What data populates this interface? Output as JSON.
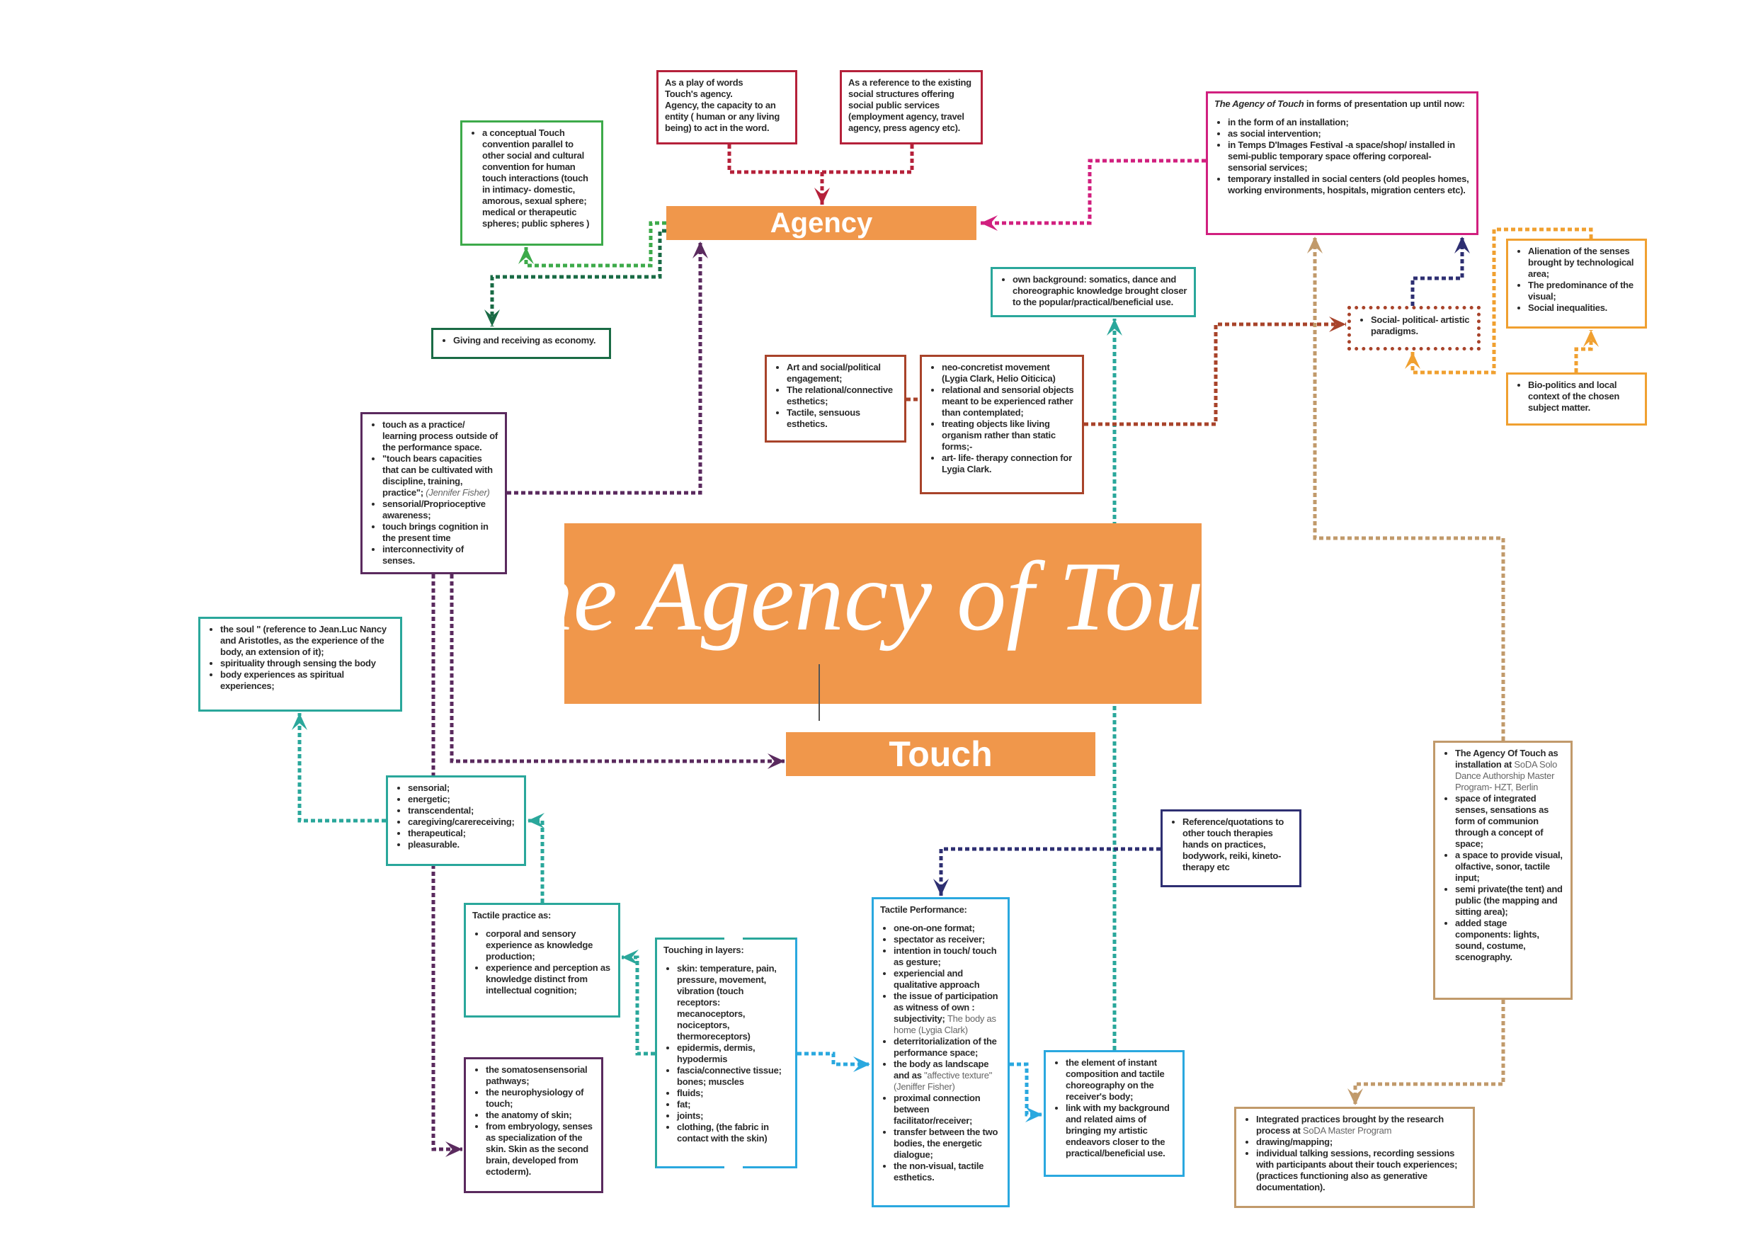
{
  "title": "The Agency of Touch",
  "nodes": {
    "agency": "Agency",
    "touch": "Touch"
  },
  "colors": {
    "orange": "#F0974B",
    "red": "#B5213A",
    "green": "#3DAA4A",
    "dark_green": "#1A6B45",
    "pink": "#D1207F",
    "amber": "#F0A030",
    "rust": "#A8432A",
    "teal": "#2AA79B",
    "purple": "#5A2A5E",
    "navy": "#2E2F72",
    "blue": "#2AA8DF",
    "tan": "#C19A6B"
  },
  "boxes": {
    "red1": {
      "lines": [
        "As a play of words",
        "Touch's agency.",
        "Agency, the capacity to an entity ( human or any living being) to act in the word."
      ]
    },
    "red2": {
      "lines": [
        "As a reference to the  existing social structures offering social public services (employment agency, travel agency, press agency etc)."
      ]
    },
    "green": {
      "items": [
        {
          "text": "a conceptual Touch convention parallel to other social and cultural convention for human touch interactions (touch in intimacy- domestic, amorous, sexual sphere; medical or therapeutic spheres;  public spheres )"
        }
      ]
    },
    "dgreen": {
      "items": [
        {
          "text": "Giving and receiving as economy."
        }
      ]
    },
    "pink": {
      "heading_italic": "The Agency of Touch",
      "heading": " in forms of presentation up until now:",
      "items": [
        {
          "text": "in the form of an installation;"
        },
        {
          "text": "as social intervention;"
        },
        {
          "text": "in Temps D'Images Festival -a space/shop/ installed in semi-public temporary space offering corporeal-sensorial services;"
        },
        {
          "text": "temporary installed in social centers (old peoples homes, working environments, hospitals, migration centers etc)."
        }
      ]
    },
    "alien": {
      "items": [
        {
          "text": "Alienation of the senses  brought by  technological area;"
        },
        {
          "text": "The predominance of the visual;"
        },
        {
          "text": "Social inequalities."
        }
      ]
    },
    "bio": {
      "items": [
        {
          "text": "Bio-politics and local context of the  chosen subject matter."
        }
      ]
    },
    "social": {
      "items": [
        {
          "text": "Social- political- artistic paradigms."
        }
      ]
    },
    "own": {
      "items": [
        {
          "text": "own background: somatics, dance and choreographic knowledge brought closer to the popular/practical/beneficial  use."
        }
      ]
    },
    "art": {
      "items": [
        {
          "text": "Art and social/political engagement;"
        },
        {
          "text": "The relational/connective esthetics;"
        },
        {
          "text": "Tactile, sensuous esthetics."
        }
      ]
    },
    "neo": {
      "items": [
        {
          "text": "neo-concretist movement  (Lygia Clark, Helio Oiticica)"
        },
        {
          "text": "relational and sensorial objects meant to be experienced rather than contemplated;"
        },
        {
          "text": "treating objects like living organism rather than static forms;-"
        },
        {
          "text": "art- life- therapy connection  for Lygia Clark."
        }
      ]
    },
    "practice": {
      "items": [
        {
          "text": "touch as a practice/ learning process outside of the performance space."
        },
        {
          "text": "\"touch bears capacities that can be cultivated with discipline, training, practice\";",
          "note": "(Jennifer Fisher)",
          "note_italic": true
        },
        {
          "text": "sensorial/Proprioceptive awareness;"
        },
        {
          "text": "touch brings cognition in the present time"
        },
        {
          "text": "interconnectivity of senses."
        }
      ]
    },
    "soul": {
      "items": [
        {
          "text": " the soul \" (reference to  Jean.Luc Nancy and Aristotles, as the experience of the body, an extension of it);"
        },
        {
          "text": "spirituality through sensing the body"
        },
        {
          "text": "body experiences as spiritual experiences;"
        }
      ]
    },
    "sensorial": {
      "items": [
        {
          "text": "sensorial;"
        },
        {
          "text": "energetic;"
        },
        {
          "text": "transcendental;"
        },
        {
          "text": "caregiving/carereceiving;"
        },
        {
          "text": "therapeutical;"
        },
        {
          "text": "pleasurable."
        }
      ]
    },
    "tactile_practice": {
      "heading": "Tactile practice as:",
      "items": [
        {
          "text": "corporal and sensory experience as knowledge production;"
        },
        {
          "text": "experience and perception as knowledge distinct from intellectual cognition;"
        }
      ]
    },
    "somato": {
      "items": [
        {
          "text": "the somatosensensorial pathways;"
        },
        {
          "text": "the neurophysiology of touch;"
        },
        {
          "text": "the anatomy of skin;"
        },
        {
          "text": "from embryology, senses as specialization of the skin. Skin as the second brain, developed from ectoderm)."
        }
      ]
    },
    "layers": {
      "heading": "Touching in layers:",
      "items": [
        {
          "text": "skin: temperature, pain, pressure, movement, vibration (touch receptors: mecanoceptors, nociceptors, thermoreceptors)"
        },
        {
          "text": "epidermis, dermis, hypodermis"
        },
        {
          "text": "fascia/connective tissue; bones; muscles"
        },
        {
          "text": "fluids;"
        },
        {
          "text": "fat;"
        },
        {
          "text": "joints;"
        },
        {
          "text": "clothing, (the fabric in contact with the skin)"
        }
      ]
    },
    "performance": {
      "heading": "Tactile Performance:",
      "items": [
        {
          "text": "one-on-one format;"
        },
        {
          "text": "spectator as receiver;"
        },
        {
          "text": "intention in touch/ touch as gesture;"
        },
        {
          "text": "experiencial and qualitative approach"
        },
        {
          "text": "the issue of participation as  witness of own  : subjectivity;",
          "note": "The body as home (Lygia Clark)"
        },
        {
          "text": "deterritorialization of the performance space;"
        },
        {
          "text": "the body as landscape and as",
          "note": "\"affective texture\" (Jeniffer Fisher)"
        },
        {
          "text": "proximal connection between facilitator/receiver;"
        },
        {
          "text": "transfer between the two bodies, the energetic dialogue;"
        },
        {
          "text": "the non-visual, tactile esthetics."
        }
      ]
    },
    "instant": {
      "items": [
        {
          "text": "the element of instant composition and tactile choreography on the receiver's body;"
        },
        {
          "text": "link with my background and related aims of bringing my artistic endeavors closer to the practical/beneficial use."
        }
      ]
    },
    "reference": {
      "items": [
        {
          "text": "Reference/quotations to  other touch therapies hands on practices, bodywork, reiki, kineto-therapy etc"
        }
      ]
    },
    "soda": {
      "items": [
        {
          "text": "The Agency Of Touch as installation at",
          "note": "SoDA Solo Dance Authorship Master Program- HZT, Berlin"
        },
        {
          "text": "space of integrated senses, sensations as form of communion through a concept of space;"
        },
        {
          "text": "a space to provide visual, olfactive, sonor, tactile input;"
        },
        {
          "text": "semi private(the tent) and public (the mapping and sitting area);"
        },
        {
          "text": "added stage components: lights, sound, costume, scenography."
        }
      ]
    },
    "integrated": {
      "items": [
        {
          "text": "Integrated practices brought by the research process at",
          "note": "SoDA Master Program"
        },
        {
          "text": "drawing/mapping;"
        },
        {
          "text": "individual talking sessions, recording sessions with participants about their touch experiences; (practices functioning also as generative documentation)."
        }
      ]
    }
  }
}
